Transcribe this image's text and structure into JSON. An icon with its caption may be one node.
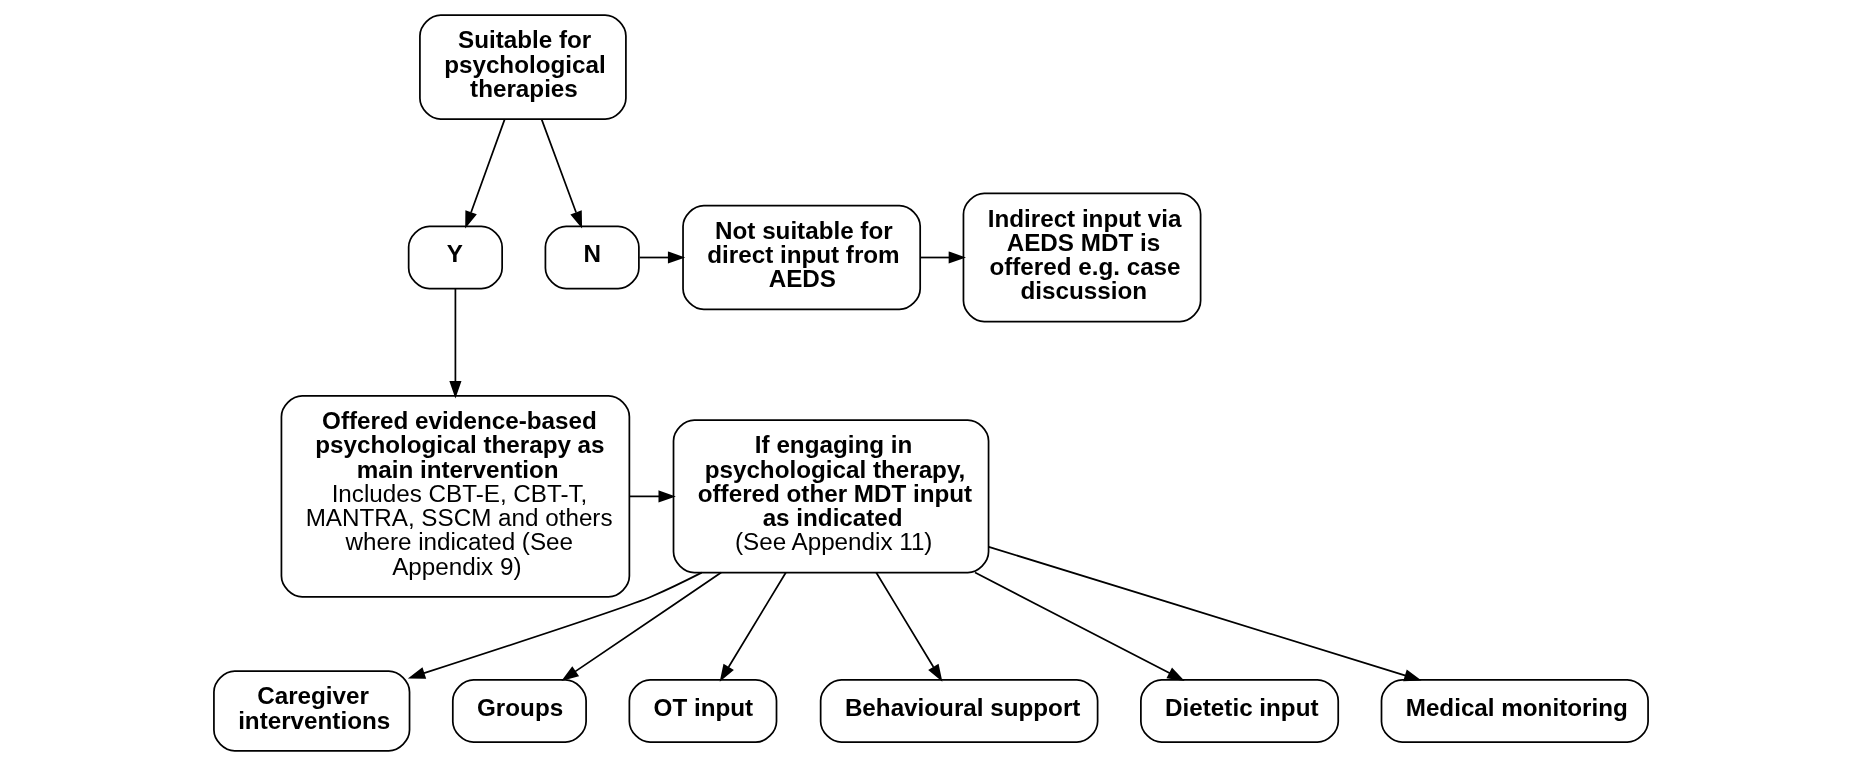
{
  "diagram": {
    "nodes": [
      {
        "text": [
          "Suitable for psychological therapies"
        ]
      },
      {
        "text": [
          "Y"
        ]
      },
      {
        "text": [
          "N"
        ]
      },
      {
        "text": [
          "Not suitable for direct input from AEDS"
        ]
      },
      {
        "text": [
          "Indirect input via AEDS MDT is offered e.g. case discussion"
        ]
      },
      {
        "text": [
          "Offered evidence-based psychological therapy as main intervention",
          "Includes CBT-E, CBT-T, MANTRA, SSCM and others where indicated (See Appendix 9)"
        ]
      },
      {
        "text": [
          "If engaging in psychological therapy, offered other MDT input as indicated",
          "(See Appendix 11)"
        ]
      },
      {
        "text": [
          "Caregiver interventions"
        ]
      },
      {
        "text": [
          "Groups"
        ]
      },
      {
        "text": [
          "OT input"
        ]
      },
      {
        "text": [
          "Behavioural support"
        ]
      },
      {
        "text": [
          "Dietetic input"
        ]
      },
      {
        "text": [
          "Medical monitoring"
        ]
      }
    ],
    "edges": [
      {
        "from": 0,
        "to": 1,
        "arrow": "to"
      },
      {
        "from": 0,
        "to": 2,
        "arrow": "to"
      },
      {
        "from": 2,
        "to": 3,
        "arrow": "to"
      },
      {
        "from": 3,
        "to": 4,
        "arrow": "to"
      },
      {
        "from": 1,
        "to": 5,
        "arrow": "to"
      },
      {
        "from": 5,
        "to": 6,
        "arrow": "to"
      },
      {
        "from": 6,
        "to": 7,
        "arrow": "to"
      },
      {
        "from": 6,
        "to": 8,
        "arrow": "to"
      },
      {
        "from": 6,
        "to": 9,
        "arrow": "to"
      },
      {
        "from": 6,
        "to": 10,
        "arrow": "to"
      },
      {
        "from": 6,
        "to": 11,
        "arrow": "to"
      },
      {
        "from": 6,
        "to": 12,
        "arrow": "to"
      }
    ]
  }
}
